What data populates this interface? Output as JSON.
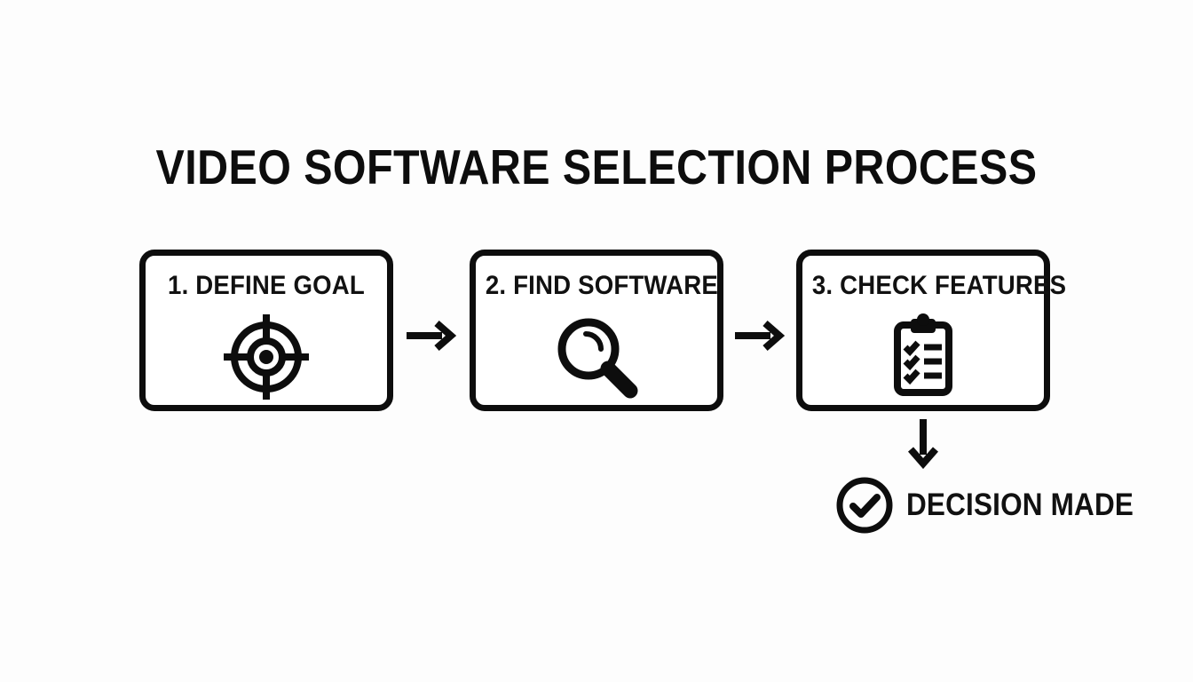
{
  "diagram": {
    "title": "VIDEO SOFTWARE SELECTION PROCESS",
    "background_color": "#fdfdfd",
    "ink_color": "#0d0d0d",
    "steps": [
      {
        "label": "1. DEFINE GOAL",
        "icon": "target-icon"
      },
      {
        "label": "2. FIND SOFTWARE",
        "icon": "magnifying-glass-icon"
      },
      {
        "label": "3. CHECK FEATURES",
        "icon": "clipboard-checklist-icon"
      }
    ],
    "connectors": [
      {
        "name": "arrow-step1-to-step2",
        "icon": "arrow-right-icon"
      },
      {
        "name": "arrow-step2-to-step3",
        "icon": "arrow-right-icon"
      },
      {
        "name": "arrow-step3-to-outcome",
        "icon": "arrow-down-icon"
      }
    ],
    "outcome": {
      "label": "DECISION MADE",
      "icon": "check-circle-icon"
    }
  }
}
